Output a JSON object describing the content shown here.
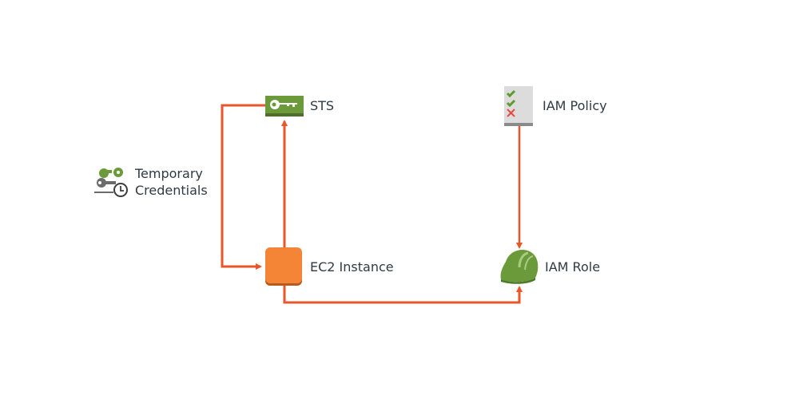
{
  "diagram": {
    "connector_color": "#e8562a",
    "nodes": {
      "sts": {
        "label": "STS",
        "icon": "key-icon",
        "color": "#6a9a3a"
      },
      "iam_policy": {
        "label": "IAM Policy",
        "icon": "policy-document-icon",
        "color": "#d9d9d9"
      },
      "temp_credentials": {
        "label_line1": "Temporary",
        "label_line2": "Credentials",
        "icon": "temporary-credentials-icon"
      },
      "ec2_instance": {
        "label": "EC2 Instance",
        "icon": "ec2-instance-icon",
        "color": "#f58536"
      },
      "iam_role": {
        "label": "IAM Role",
        "icon": "hard-hat-icon",
        "color": "#6a9a3a"
      }
    },
    "edges": [
      {
        "from": "ec2_instance",
        "to": "sts"
      },
      {
        "from": "sts",
        "to": "ec2_instance"
      },
      {
        "from": "iam_policy",
        "to": "iam_role"
      },
      {
        "from": "ec2_instance",
        "to": "iam_role"
      }
    ]
  }
}
